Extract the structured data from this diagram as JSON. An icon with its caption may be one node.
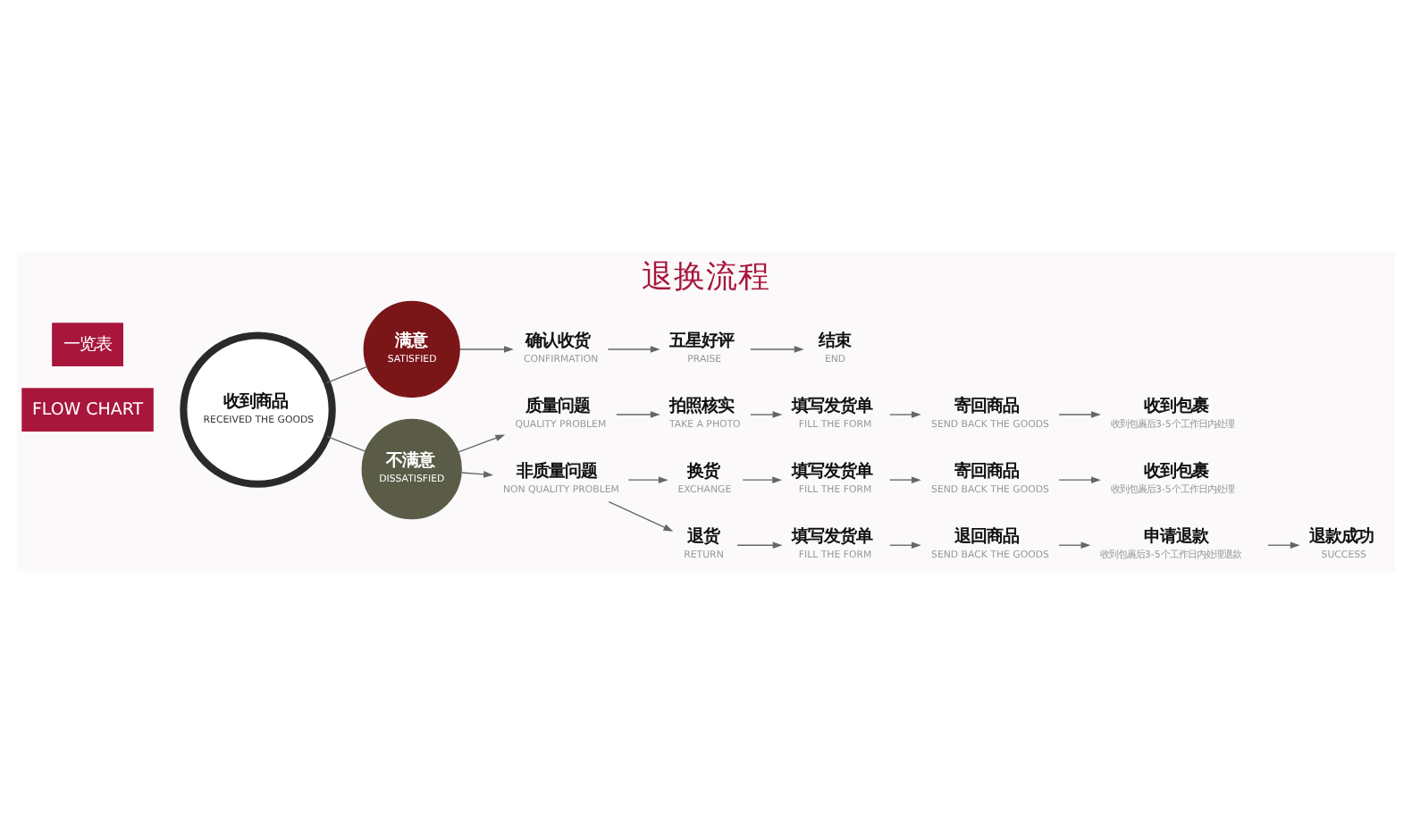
{
  "diagram": {
    "title": "退换流程",
    "nodes": [
      {
        "text": [
          "收到商品",
          "RECEIVED THE GOODS"
        ]
      },
      {
        "text": [
          "满意",
          "SATISFIED"
        ]
      },
      {
        "text": [
          "不满意",
          "DISSATISFIED"
        ]
      },
      {
        "text": [
          "确认收货",
          "CONFIRMATION"
        ]
      },
      {
        "text": [
          "五星好评",
          "PRAISE"
        ]
      },
      {
        "text": [
          "结束",
          "END"
        ]
      },
      {
        "text": [
          "质量问题",
          "QUALITY PROBLEM"
        ]
      },
      {
        "text": [
          "拍照核实",
          "TAKE A PHOTO"
        ]
      },
      {
        "text": [
          "填写发货单",
          "FILL THE FORM"
        ]
      },
      {
        "text": [
          "寄回商品",
          "SEND BACK THE GOODS"
        ]
      },
      {
        "text": [
          "收到包裹",
          "收到包裹后3-5个工作日内处理"
        ]
      },
      {
        "text": [
          "非质量问题",
          "NON QUALITY PROBLEM"
        ]
      },
      {
        "text": [
          "换货",
          "EXCHANGE"
        ]
      },
      {
        "text": [
          "填写发货单",
          "FILL THE FORM"
        ]
      },
      {
        "text": [
          "寄回商品",
          "SEND BACK THE GOODS"
        ]
      },
      {
        "text": [
          "收到包裹",
          "收到包裹后3-5个工作日内处理"
        ]
      },
      {
        "text": [
          "退货",
          "RETURN"
        ]
      },
      {
        "text": [
          "填写发货单",
          "FILL THE FORM"
        ]
      },
      {
        "text": [
          "退回商品",
          "SEND BACK THE GOODS"
        ]
      },
      {
        "text": [
          "申请退款",
          "收到包裹后3-5个工作日内处理退款"
        ]
      },
      {
        "text": [
          "退款成功",
          "SUCCESS"
        ]
      }
    ],
    "edges": [
      {
        "from": 0,
        "to": 1,
        "arrow": "none"
      },
      {
        "from": 0,
        "to": 2,
        "arrow": "none"
      },
      {
        "from": 1,
        "to": 3,
        "arrow": "to"
      },
      {
        "from": 3,
        "to": 4,
        "arrow": "to"
      },
      {
        "from": 4,
        "to": 5,
        "arrow": "to"
      },
      {
        "from": 2,
        "to": 6,
        "arrow": "to"
      },
      {
        "from": 2,
        "to": 11,
        "arrow": "to"
      },
      {
        "from": 6,
        "to": 7,
        "arrow": "to"
      },
      {
        "from": 7,
        "to": 8,
        "arrow": "to"
      },
      {
        "from": 8,
        "to": 9,
        "arrow": "to"
      },
      {
        "from": 9,
        "to": 10,
        "arrow": "to"
      },
      {
        "from": 11,
        "to": 12,
        "arrow": "to"
      },
      {
        "from": 11,
        "to": 16,
        "arrow": "to"
      },
      {
        "from": 12,
        "to": 13,
        "arrow": "to"
      },
      {
        "from": 13,
        "to": 14,
        "arrow": "to"
      },
      {
        "from": 14,
        "to": 15,
        "arrow": "to"
      },
      {
        "from": 16,
        "to": 17,
        "arrow": "to"
      },
      {
        "from": 17,
        "to": 18,
        "arrow": "to"
      },
      {
        "from": 18,
        "to": 19,
        "arrow": "to"
      },
      {
        "from": 19,
        "to": 20,
        "arrow": "to"
      }
    ],
    "labels": [
      "FLOW CHART",
      "一览表"
    ]
  }
}
